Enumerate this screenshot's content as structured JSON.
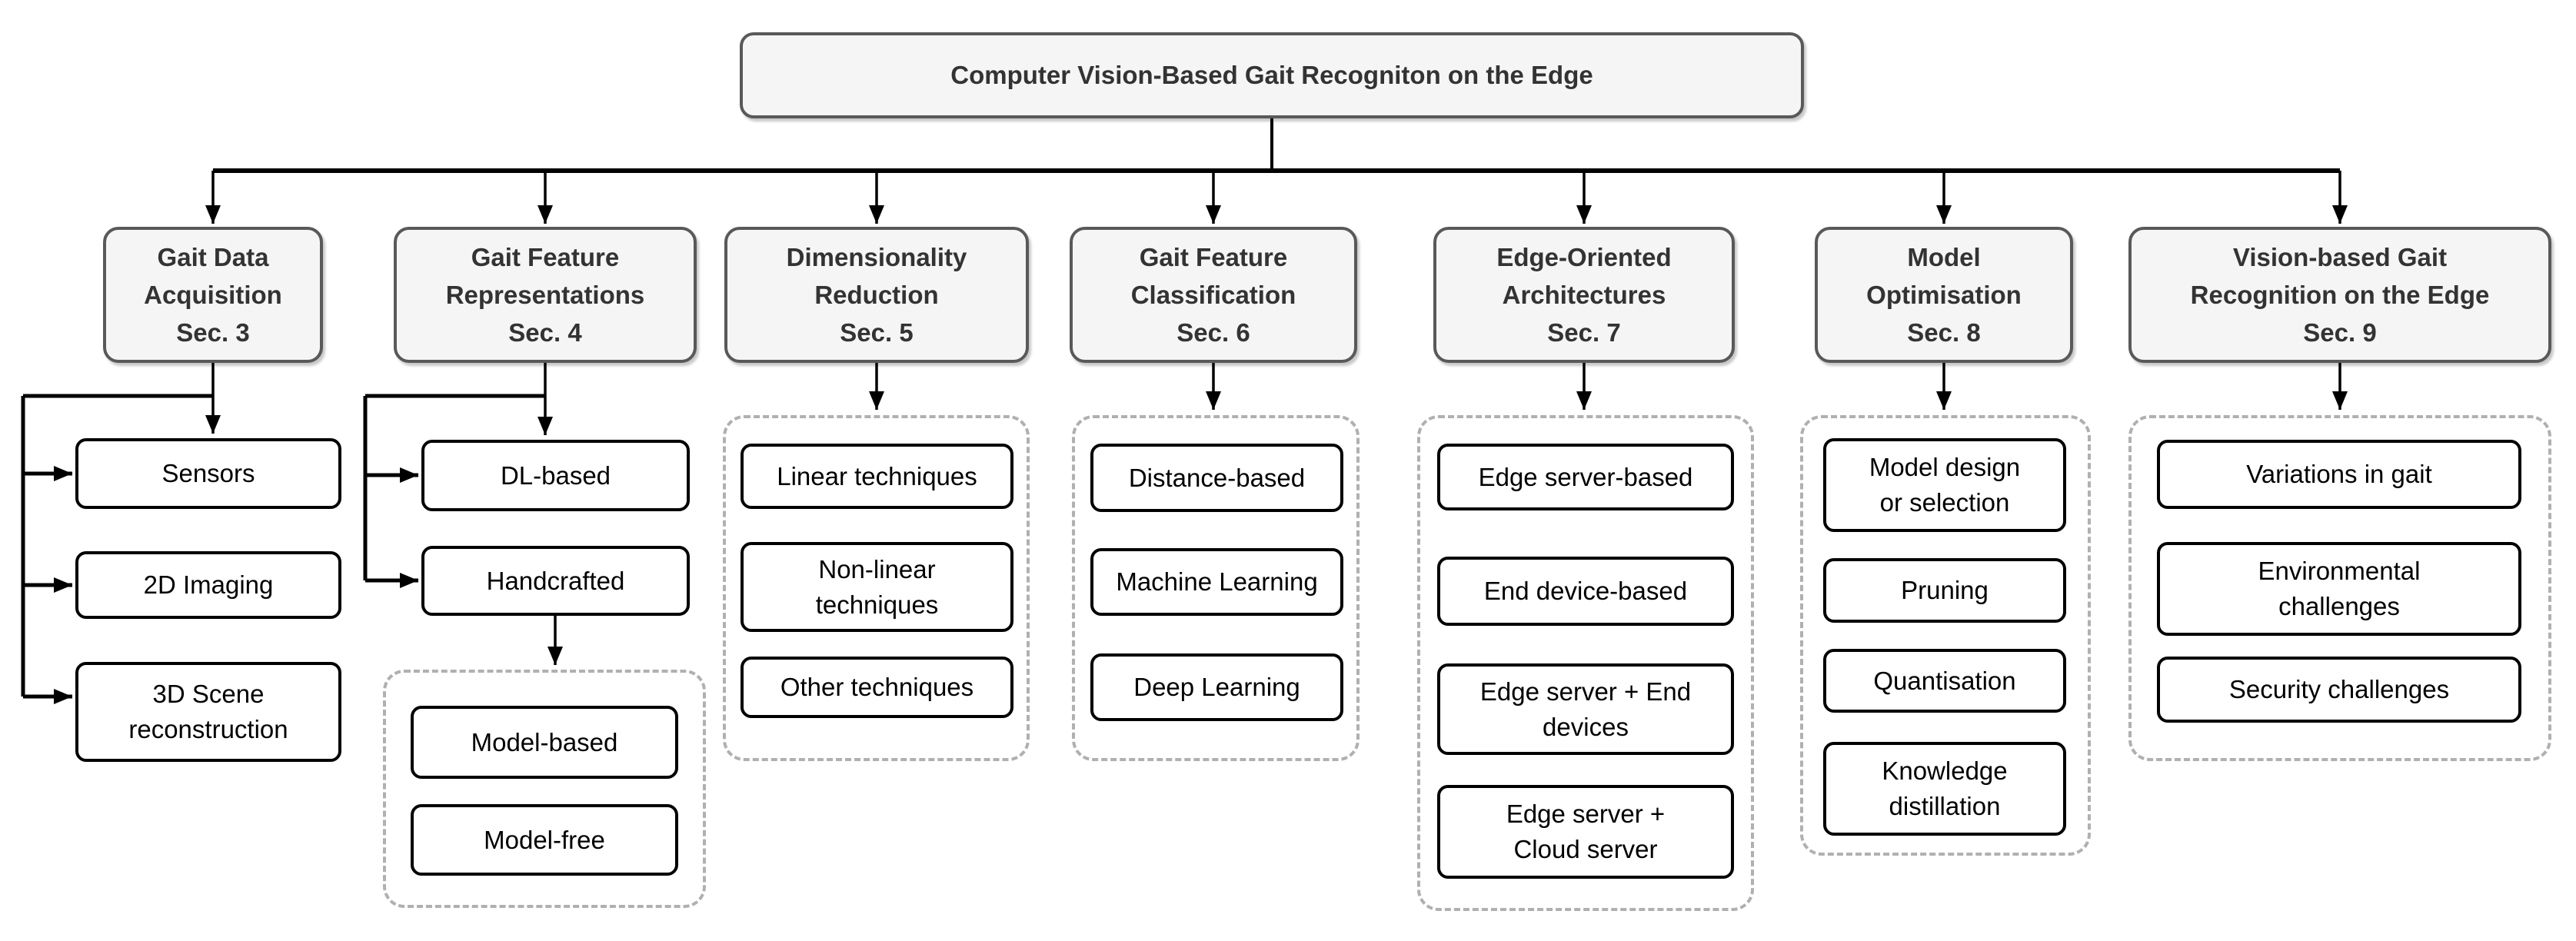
{
  "diagram": {
    "root": {
      "label": "Computer Vision-Based Gait Recogniton on the Edge"
    },
    "branches": [
      {
        "section": "Gait Data\nAcquisition\nSec. 3",
        "nodes": [
          "Sensors",
          "2D Imaging",
          "3D Scene\nreconstruction"
        ]
      },
      {
        "section": "Gait Feature\nRepresentations\nSec. 4",
        "nodes": [
          "DL-based",
          "Handcrafted"
        ],
        "subnodes": [
          "Model-based",
          "Model-free"
        ]
      },
      {
        "section": "Dimensionality\nReduction\nSec. 5",
        "subnodes": [
          "Linear techniques",
          "Non-linear\ntechniques",
          "Other techniques"
        ]
      },
      {
        "section": "Gait Feature\nClassification\nSec. 6",
        "subnodes": [
          "Distance-based",
          "Machine Learning",
          "Deep Learning"
        ]
      },
      {
        "section": "Edge-Oriented\nArchitectures\nSec. 7",
        "subnodes": [
          "Edge server-based",
          "End device-based",
          "Edge server + End\ndevices",
          "Edge server +\nCloud server"
        ]
      },
      {
        "section": "Model\nOptimisation\nSec. 8",
        "subnodes": [
          "Model design\nor selection",
          "Pruning",
          "Quantisation",
          "Knowledge\ndistillation"
        ]
      },
      {
        "section": "Vision-based Gait\nRecognition on the Edge\nSec. 9",
        "subnodes": [
          "Variations in gait",
          "Environmental\nchallenges",
          "Security challenges"
        ]
      }
    ]
  },
  "colors": {
    "section_fill": "#f5f5f5",
    "section_border": "#595959",
    "section_text": "#333333",
    "child_fill": "#ffffff",
    "child_border": "#000000",
    "group_dashed_border": "#b0b0b0",
    "connector": "#000000",
    "background": "#ffffff"
  }
}
